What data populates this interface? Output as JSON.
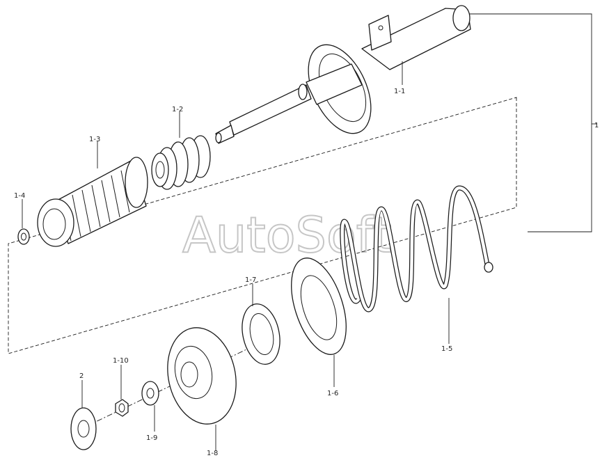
{
  "watermark": "AutoSoft",
  "labels": {
    "assembly": "1",
    "p1_1": "1-1",
    "p1_2": "1-2",
    "p1_3": "1-3",
    "p1_4": "1-4",
    "p1_5": "1-5",
    "p1_6": "1-6",
    "p1_7": "1-7",
    "p1_8": "1-8",
    "p1_9": "1-9",
    "p1_10": "1-10",
    "p2": "2"
  }
}
